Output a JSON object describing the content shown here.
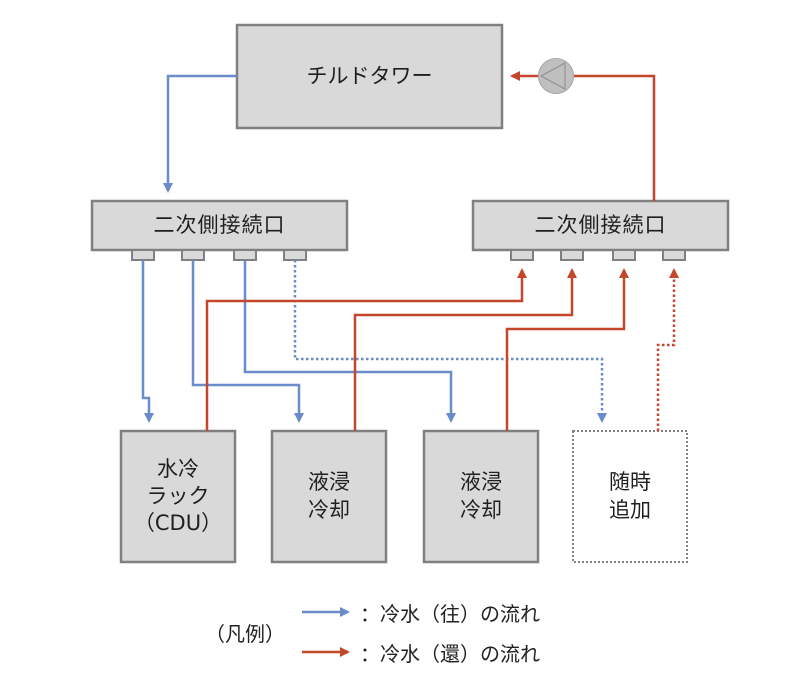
{
  "colors": {
    "supply": "#6a8ccb",
    "return": "#c4462b",
    "box_fill": "#d9d9d9",
    "box_stroke": "#808080",
    "pump_fill": "#bfbfbf"
  },
  "tower": {
    "label": "チルドタワー"
  },
  "connections": {
    "left": {
      "label": "二次側接続口",
      "ports": 4
    },
    "right": {
      "label": "二次側接続口",
      "ports": 4
    }
  },
  "units": [
    {
      "lines": [
        "水冷",
        "ラック",
        "（CDU）"
      ],
      "style": "solid"
    },
    {
      "lines": [
        "液浸",
        "冷却"
      ],
      "style": "solid"
    },
    {
      "lines": [
        "液浸",
        "冷却"
      ],
      "style": "solid"
    },
    {
      "lines": [
        "随時",
        "追加"
      ],
      "style": "dotted"
    }
  ],
  "pump": {
    "icon": "pump-icon"
  },
  "legend": {
    "title": "（凡例）",
    "items": [
      {
        "label": "：冷水（往）の流れ",
        "type": "supply"
      },
      {
        "label": "：冷水（還）の流れ",
        "type": "return"
      }
    ]
  }
}
